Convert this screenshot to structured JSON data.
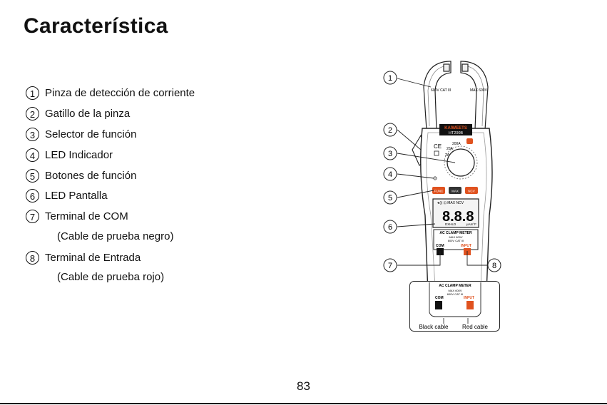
{
  "title": "Característica",
  "features": [
    {
      "num": "1",
      "label": "Pinza de detección de corriente"
    },
    {
      "num": "2",
      "label": "Gatillo de la pinza"
    },
    {
      "num": "3",
      "label": "Selector de función"
    },
    {
      "num": "4",
      "label": "LED Indicador"
    },
    {
      "num": "5",
      "label": "Botones de función"
    },
    {
      "num": "6",
      "label": "LED Pantalla"
    },
    {
      "num": "7",
      "label": "Terminal de COM",
      "note": "(Cable de prueba negro)"
    },
    {
      "num": "8",
      "label": "Terminal de Entrada",
      "note": "(Cable de prueba rojo)"
    }
  ],
  "device": {
    "brand": "KAIWEETS",
    "model": "HT200B",
    "cat_left": "600V CAT III",
    "cat_right": "MAX 600V",
    "func_button": "FUNC",
    "max_button": "MAX",
    "ncv_button": "NCV",
    "display_digits": "8.8.8",
    "display_top": "◄)) ⊡ MAX NCV",
    "display_bottom": "DXHLD",
    "display_units": "µAm°F",
    "panel_title": "AC CLAMP METER",
    "panel_max": "MAX 600V",
    "panel_cat": "600V CAT III",
    "com_label": "COM",
    "input_label": "INPUT",
    "dial_200a": "200A",
    "dial_20a": "20A",
    "dial_2a": "2A"
  },
  "callouts": [
    "1",
    "2",
    "3",
    "4",
    "5",
    "6",
    "7",
    "8"
  ],
  "inset": {
    "panel_title": "AC CLAMP METER",
    "panel_max": "MAX 600V",
    "panel_cat": "600V CAT III",
    "com_label": "COM",
    "input_label": "INPUT",
    "black_cable": "Black cable",
    "red_cable": "Red cable"
  },
  "page_number": "83",
  "colors": {
    "accent_red": "#e0521f",
    "text": "#111111"
  }
}
